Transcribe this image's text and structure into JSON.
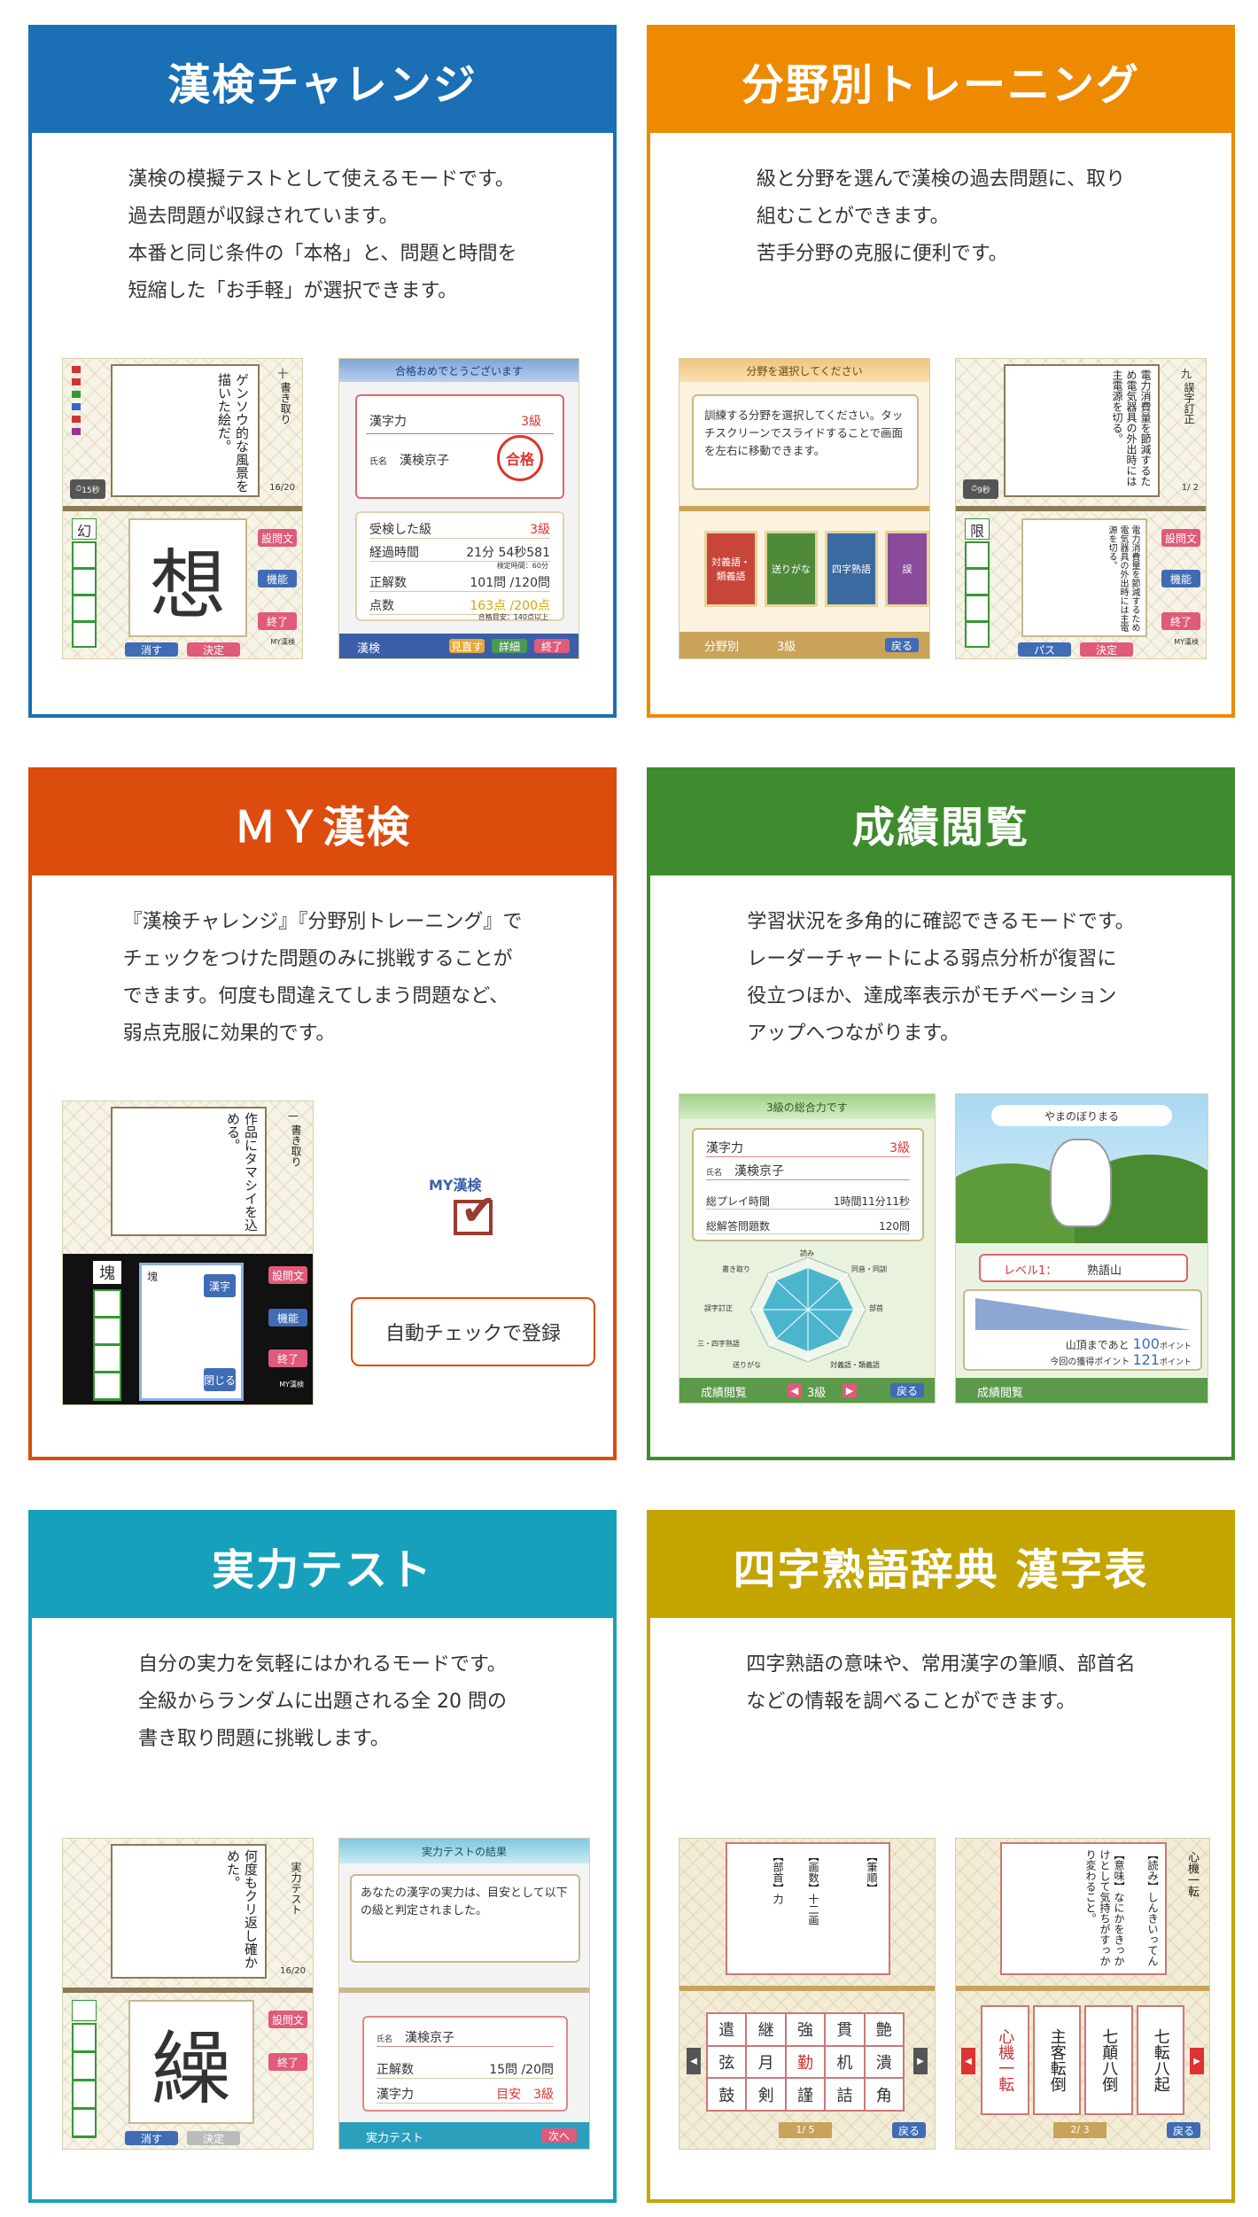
{
  "colors": {
    "blue": "#1a6fb5",
    "orange": "#ed8a00",
    "red": "#dc4c0c",
    "green": "#3f8c2f",
    "teal": "#17a0bb",
    "olive": "#c4a500"
  },
  "cards": [
    {
      "title": "漢検チャレンジ",
      "desc": [
        "漢検の模擬テストとして使えるモードです。",
        "過去問題が収録されています。",
        "本番と同じ条件の「本格」と、問題と時間を",
        "短縮した「お手軽」が選択できます。"
      ]
    },
    {
      "title": "分野別トレーニング",
      "desc": [
        "級と分野を選んで漢検の過去問題に、取り",
        "組むことができます。",
        "苦手分野の克服に便利です。"
      ]
    },
    {
      "title": "ＭＹ漢検",
      "desc": [
        "『漢検チャレンジ』『分野別トレーニング』で",
        "チェックをつけた問題のみに挑戦することが",
        "できます。何度も間違えてしまう問題など、",
        "弱点克服に効果的です。"
      ]
    },
    {
      "title": "成績閲覧",
      "desc": [
        "学習状況を多角的に確認できるモードです。",
        "レーダーチャートによる弱点分析が復習に",
        "役立つほか、達成率表示がモチベーション",
        "アップへつながります。"
      ]
    },
    {
      "title": "実力テスト",
      "desc": [
        "自分の実力を気軽にはかれるモードです。",
        "全級からランダムに出題される全 20 問の",
        "書き取り問題に挑戦します。"
      ]
    },
    {
      "title": "四字熟語辞典 漢字表",
      "desc": [
        "四字熟語の意味や、常用漢字の筆順、部首名",
        "などの情報を調べることができます。"
      ]
    }
  ],
  "s1": {
    "question": "ゲンソウ的な風景を描いた絵だ。",
    "label": "書き取り",
    "num": "十",
    "count": "16/20",
    "time": "15秒",
    "answer": "想",
    "box": "幻",
    "btn1": "消す",
    "btn2": "決定",
    "side1": "設問文",
    "side2": "機能",
    "side3": "終了",
    "my": "MY漢検",
    "r_title": "合格おめでとうございます",
    "r_kanji": "漢字力",
    "r_grade": "3級",
    "r_name_label": "氏名",
    "r_name": "漢検京子",
    "r_stamp": "合格",
    "rows": [
      [
        "受検した級",
        "3級"
      ],
      [
        "経過時間",
        "21分 54秒581"
      ],
      [
        "正解数",
        "101問 /120問"
      ],
      [
        "点数",
        "163点 /200点"
      ]
    ],
    "r_sub1": "検定時間：60分",
    "r_sub2": "合格目安：140点以上",
    "r_logo": "漢検",
    "r_b1": "見直す",
    "r_b2": "詳細",
    "r_b3": "終了"
  },
  "s2": {
    "select_title": "分野を選択してください",
    "select_msg": "訓練する分野を選択してください。タッチスクリーンでスライドすることで画面を左右に移動できます。",
    "tiles": [
      "対義語・類義語",
      "送りがな",
      "四字熟語",
      "誤"
    ],
    "footer": "分野別",
    "footer_grade": "3級",
    "back": "戻る",
    "q2": "電力消費量を節減するため電気器具の外出時には主電源を切る。",
    "label2": "誤字訂正",
    "num2": "九",
    "count2": "1/ 2",
    "time2": "9秒",
    "box2": "限",
    "pass": "パス"
  },
  "s3": {
    "question": "作品にタマシイを込める。",
    "label": "書き取り",
    "num": "一",
    "box": "塊",
    "hand": "塊",
    "kanji_btn": "漢字",
    "close_btn": "閉じる",
    "logo": "MY漢検",
    "callout": "自動チェックで登録"
  },
  "s4": {
    "top_title": "3級の総合力です",
    "kanji": "漢字力",
    "grade": "3級",
    "name_label": "氏名",
    "name": "漢検京子",
    "play_label": "総プレイ時間",
    "play": "1時間11分11秒",
    "solved_label": "総解答問題数",
    "solved": "120問",
    "radar": [
      "読み",
      "同音・同訓",
      "部首",
      "書き取り",
      "誤字訂正",
      "三・四字熟語",
      "送りがな",
      "対義語・類義語"
    ],
    "footer": "成績閲覧",
    "footer_grade": "3級",
    "back": "戻る",
    "mountain": "やまのぼりまる",
    "level": "レベル1：",
    "level_name": "熟語山",
    "remain": "山頂まであと",
    "remain_v": "100",
    "point": "ポイント",
    "today": "今回の獲得ポイント",
    "today_v": "121",
    "footer2": "成績閲覧"
  },
  "s5": {
    "question": "何度もクリ返し確かめた。",
    "label": "実力テスト",
    "count": "16/20",
    "answer": "繰",
    "btn1": "消す",
    "btn2": "決定",
    "side1": "設問文",
    "side2": "終了",
    "r_title": "実力テストの結果",
    "r_msg": "あなたの漢字の実力は、目安として以下の級と判定されました。",
    "name_label": "氏名",
    "name": "漢検京子",
    "rows": [
      [
        "正解数",
        "15問 /20問"
      ],
      [
        "漢字力",
        "目安　3級"
      ]
    ],
    "footer": "実力テスト",
    "next": "次へ"
  },
  "s6": {
    "stroke": "【筆順】",
    "strokes": "【画数】十二画",
    "radical": "【部首】力",
    "kanji_grid": [
      "遣",
      "継",
      "強",
      "貫",
      "艶",
      "弦",
      "月",
      "勤",
      "机",
      "潰",
      "鼓",
      "剣",
      "謹",
      "詰",
      "角"
    ],
    "page1": "1/ 5",
    "back": "戻る",
    "yoji": "心機一転",
    "read": "【読み】しんきいってん",
    "meaning": "【意味】なにかをきっかけとして気持ちがすっかり変わること。",
    "yoji_grid": [
      "心機一転",
      "主客転倒",
      "七顛八倒",
      "七転八起"
    ],
    "page2": "2/ 3"
  }
}
